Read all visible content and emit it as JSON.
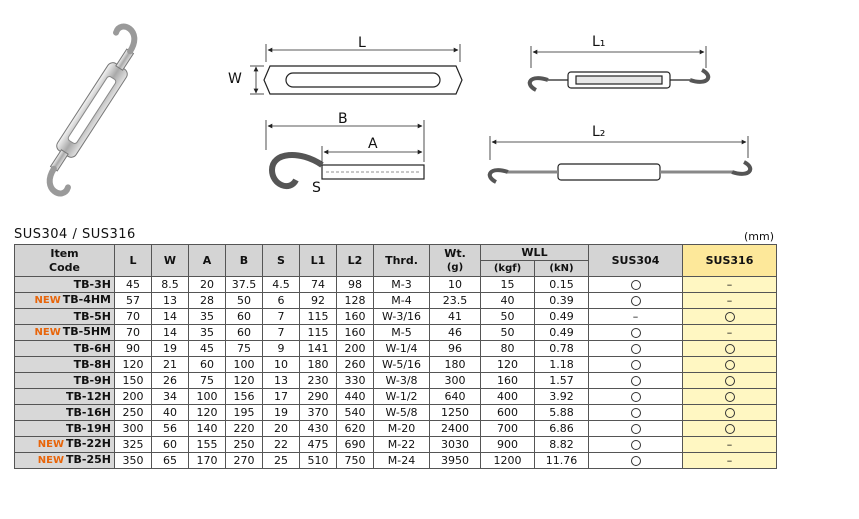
{
  "diagram": {
    "labels": {
      "L": "L",
      "W": "W",
      "B": "B",
      "A": "A",
      "S": "S",
      "L1": "L₁",
      "L2": "L₂"
    }
  },
  "caption": "SUS304 / SUS316",
  "unit": "(mm)",
  "table": {
    "headers": {
      "item": "Item",
      "code": "Code",
      "L": "L",
      "W": "W",
      "A": "A",
      "B": "B",
      "S": "S",
      "L1": "L1",
      "L2": "L2",
      "thrd": "Thrd.",
      "wt": "Wt.",
      "wt_unit": "(g)",
      "wll": "WLL",
      "kgf": "(kgf)",
      "kn": "(kN)",
      "sus304": "SUS304",
      "sus316": "SUS316"
    },
    "new_badge": "NEW",
    "rows": [
      {
        "new": false,
        "code": "TB-3H",
        "L": "45",
        "W": "8.5",
        "A": "20",
        "B": "37.5",
        "S": "4.5",
        "L1": "74",
        "L2": "98",
        "thrd": "M-3",
        "wt": "10",
        "kgf": "15",
        "kn": "0.15",
        "sus304": "circle",
        "sus316": "–"
      },
      {
        "new": true,
        "code": "TB-4HM",
        "L": "57",
        "W": "13",
        "A": "28",
        "B": "50",
        "S": "6",
        "L1": "92",
        "L2": "128",
        "thrd": "M-4",
        "wt": "23.5",
        "kgf": "40",
        "kn": "0.39",
        "sus304": "circle",
        "sus316": "–"
      },
      {
        "new": false,
        "code": "TB-5H",
        "L": "70",
        "W": "14",
        "A": "35",
        "B": "60",
        "S": "7",
        "L1": "115",
        "L2": "160",
        "thrd": "W-3/16",
        "wt": "41",
        "kgf": "50",
        "kn": "0.49",
        "sus304": "–",
        "sus316": "circle"
      },
      {
        "new": true,
        "code": "TB-5HM",
        "L": "70",
        "W": "14",
        "A": "35",
        "B": "60",
        "S": "7",
        "L1": "115",
        "L2": "160",
        "thrd": "M-5",
        "wt": "46",
        "kgf": "50",
        "kn": "0.49",
        "sus304": "circle",
        "sus316": "–"
      },
      {
        "new": false,
        "code": "TB-6H",
        "L": "90",
        "W": "19",
        "A": "45",
        "B": "75",
        "S": "9",
        "L1": "141",
        "L2": "200",
        "thrd": "W-1/4",
        "wt": "96",
        "kgf": "80",
        "kn": "0.78",
        "sus304": "circle",
        "sus316": "circle"
      },
      {
        "new": false,
        "code": "TB-8H",
        "L": "120",
        "W": "21",
        "A": "60",
        "B": "100",
        "S": "10",
        "L1": "180",
        "L2": "260",
        "thrd": "W-5/16",
        "wt": "180",
        "kgf": "120",
        "kn": "1.18",
        "sus304": "circle",
        "sus316": "circle"
      },
      {
        "new": false,
        "code": "TB-9H",
        "L": "150",
        "W": "26",
        "A": "75",
        "B": "120",
        "S": "13",
        "L1": "230",
        "L2": "330",
        "thrd": "W-3/8",
        "wt": "300",
        "kgf": "160",
        "kn": "1.57",
        "sus304": "circle",
        "sus316": "circle"
      },
      {
        "new": false,
        "code": "TB-12H",
        "L": "200",
        "W": "34",
        "A": "100",
        "B": "156",
        "S": "17",
        "L1": "290",
        "L2": "440",
        "thrd": "W-1/2",
        "wt": "640",
        "kgf": "400",
        "kn": "3.92",
        "sus304": "circle",
        "sus316": "circle"
      },
      {
        "new": false,
        "code": "TB-16H",
        "L": "250",
        "W": "40",
        "A": "120",
        "B": "195",
        "S": "19",
        "L1": "370",
        "L2": "540",
        "thrd": "W-5/8",
        "wt": "1250",
        "kgf": "600",
        "kn": "5.88",
        "sus304": "circle",
        "sus316": "circle"
      },
      {
        "new": false,
        "code": "TB-19H",
        "L": "300",
        "W": "56",
        "A": "140",
        "B": "220",
        "S": "20",
        "L1": "430",
        "L2": "620",
        "thrd": "M-20",
        "wt": "2400",
        "kgf": "700",
        "kn": "6.86",
        "sus304": "circle",
        "sus316": "circle"
      },
      {
        "new": true,
        "code": "TB-22H",
        "L": "325",
        "W": "60",
        "A": "155",
        "B": "250",
        "S": "22",
        "L1": "475",
        "L2": "690",
        "thrd": "M-22",
        "wt": "3030",
        "kgf": "900",
        "kn": "8.82",
        "sus304": "circle",
        "sus316": "–"
      },
      {
        "new": true,
        "code": "TB-25H",
        "L": "350",
        "W": "65",
        "A": "170",
        "B": "270",
        "S": "25",
        "L1": "510",
        "L2": "750",
        "thrd": "M-24",
        "wt": "3950",
        "kgf": "1200",
        "kn": "11.76",
        "sus304": "circle",
        "sus316": "–"
      }
    ]
  },
  "colors": {
    "header_bg": "#d4d4d4",
    "sus316_header_bg": "#fde89a",
    "sus316_cell_bg": "#fff7c2",
    "new_badge": "#e8650a"
  }
}
